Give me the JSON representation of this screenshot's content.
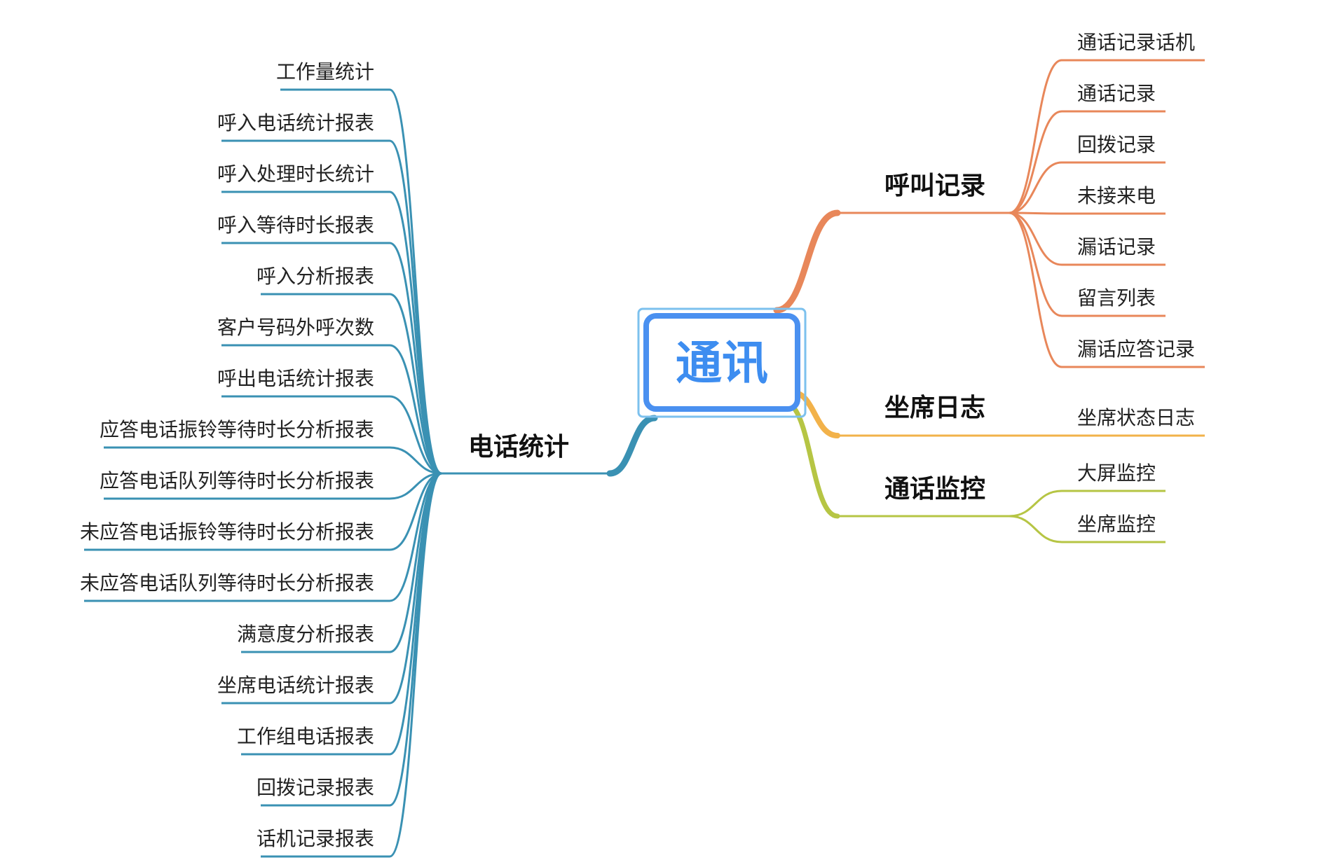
{
  "root": {
    "label": "通讯"
  },
  "colors": {
    "root_border": "#4a90f0",
    "root_outer": "#7cc1ee",
    "root_fill": "#ffffff",
    "root_text": "#3d8df0",
    "call_records": "#e8875a",
    "agent_log": "#f2b24a",
    "call_monitor": "#b6c544",
    "phone_stats": "#3a91b3"
  },
  "branches": {
    "call_records": {
      "label": "呼叫记录",
      "children": [
        "通话记录话机",
        "通话记录",
        "回拨记录",
        "未接来电",
        "漏话记录",
        "留言列表",
        "漏话应答记录"
      ]
    },
    "agent_log": {
      "label": "坐席日志",
      "children": [
        "坐席状态日志"
      ]
    },
    "call_monitor": {
      "label": "通话监控",
      "children": [
        "大屏监控",
        "坐席监控"
      ]
    },
    "phone_stats": {
      "label": "电话统计",
      "children": [
        "工作量统计",
        "呼入电话统计报表",
        "呼入处理时长统计",
        "呼入等待时长报表",
        "呼入分析报表",
        "客户号码外呼次数",
        "呼出电话统计报表",
        "应答电话振铃等待时长分析报表",
        "应答电话队列等待时长分析报表",
        "未应答电话振铃等待时长分析报表",
        "未应答电话队列等待时长分析报表",
        "满意度分析报表",
        "坐席电话统计报表",
        "工作组电话报表",
        "回拨记录报表",
        "话机记录报表"
      ]
    }
  }
}
